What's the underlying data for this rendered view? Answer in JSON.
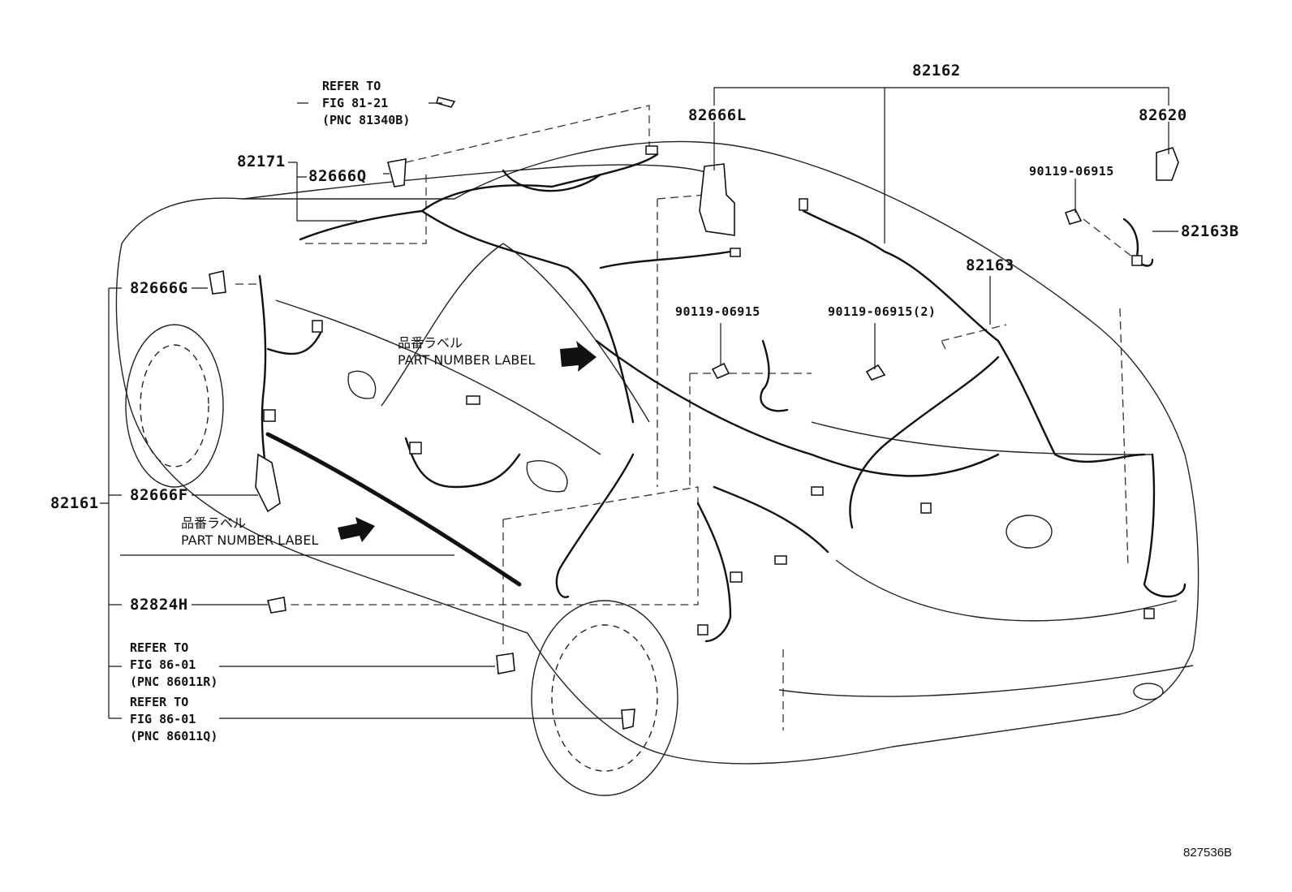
{
  "labels": {
    "p82162": "82162",
    "p82666L": "82666L",
    "p82620": "82620",
    "p90119_a": "90119-06915",
    "p82163B": "82163B",
    "p82171": "82171",
    "p82666Q": "82666Q",
    "p82666G": "82666G",
    "p82163": "82163",
    "p90119_b": "90119-06915",
    "p90119_c": "90119-06915(2)",
    "p82161": "82161",
    "p82666F": "82666F",
    "p82824H": "82824H"
  },
  "references": {
    "ref1": {
      "line1": "REFER TO",
      "line2": "FIG 81-21",
      "line3": "(PNC 81340B)"
    },
    "ref2": {
      "line1": "REFER TO",
      "line2": "FIG 86-01",
      "line3": "(PNC 86011R)"
    },
    "ref3": {
      "line1": "REFER TO",
      "line2": "FIG 86-01",
      "line3": "(PNC 86011Q)"
    }
  },
  "part_number_labels": {
    "upper": {
      "jp": "品番ラベル",
      "en": "PART NUMBER LABEL"
    },
    "lower": {
      "jp": "品番ラベル",
      "en": "PART NUMBER LABEL"
    }
  },
  "figure_code": "827536B"
}
